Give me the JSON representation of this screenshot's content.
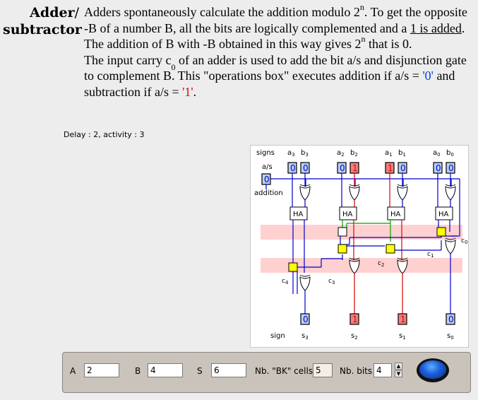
{
  "title": {
    "line1": "Adder",
    "slash": "/",
    "line2": "subtractor"
  },
  "description": {
    "p1_a": "Adders spontaneously calculate the addition modulo 2",
    "p1_sup": "n",
    "p1_b": ". To get the opposite -B of a number B, all the bits are logically complemented and a ",
    "p1_u": "1 is added",
    "p1_c": ". The addition of B with -B obtained in this way gives 2",
    "p1_sup2": "n",
    "p1_d": " that is 0.",
    "p2_a": "The input carry c",
    "p2_sub": "0",
    "p2_b": " of an adder is used to add the bit a/s and disjunction gate to complement B. This \"operations box\" executes addition if a/s = ",
    "p2_v0": "'0'",
    "p2_c": " and subtraction if a/s = ",
    "p2_v1": "'1'",
    "p2_d": "."
  },
  "delay_text": "Delay : 2, activity : 3",
  "diagram": {
    "header_label": "signs",
    "as_label": "a/s",
    "addition_label": "addition",
    "sign_label": "sign",
    "as_value": "0",
    "ha_label": "HA",
    "inputs": [
      {
        "a_name": "a3",
        "b_name": "b3",
        "a": "0",
        "b": "0"
      },
      {
        "a_name": "a2",
        "b_name": "b2",
        "a": "0",
        "b": "1"
      },
      {
        "a_name": "a1",
        "b_name": "b1",
        "a": "1",
        "b": "0"
      },
      {
        "a_name": "a0",
        "b_name": "b0",
        "a": "0",
        "b": "0"
      }
    ],
    "carries": [
      "c0",
      "c1",
      "c2",
      "c3",
      "c4"
    ],
    "outputs": [
      {
        "name": "s3",
        "value": "0"
      },
      {
        "name": "s2",
        "value": "1"
      },
      {
        "name": "s1",
        "value": "1"
      },
      {
        "name": "s0",
        "value": "0"
      }
    ],
    "colors": {
      "zero": "#0000cc",
      "one": "#dd0000",
      "green": "#00a000",
      "cell_zero": "#b8d0f0",
      "cell_one": "#f08080",
      "band": "#ffd0d0",
      "bk_cell": "#ffff00"
    }
  },
  "controls": {
    "a_label": "A",
    "a_value": "2",
    "b_label": "B",
    "b_value": "4",
    "s_label": "S",
    "s_value": "6",
    "bk_label": "Nb. \"BK\" cells",
    "bk_value": "5",
    "bits_label": "Nb. bits",
    "bits_value": "4",
    "spin_up": "▲",
    "spin_down": "▼"
  }
}
